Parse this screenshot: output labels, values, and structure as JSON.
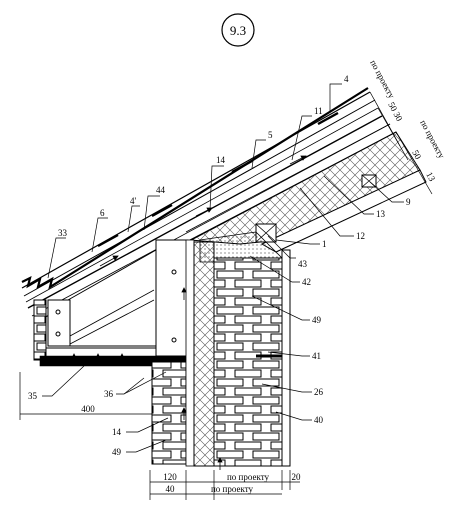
{
  "figure_number": "9.3",
  "callouts": {
    "c4": "4",
    "c5": "5",
    "c11": "11",
    "c14a": "14",
    "c44": "44",
    "c6": "6",
    "c4p": "4'",
    "c33": "33",
    "c1": "1",
    "c12": "12",
    "c13": "13",
    "c9": "9",
    "c43": "43",
    "c42": "42",
    "c49a": "49",
    "c41": "41",
    "c26": "26",
    "c40": "40",
    "c35": "35",
    "c36": "36",
    "c14b": "14",
    "c49b": "49"
  },
  "dimensions": {
    "roof_top": "по проекту",
    "roof_layers": "50 30",
    "roof_right": "по проекту",
    "d50": "50",
    "d13": "13",
    "eave": "400",
    "wall_120": "120",
    "wall_proj": "по проекту",
    "wall_20": "20",
    "wall_40": "40",
    "wall_proj2": "по проекту"
  }
}
